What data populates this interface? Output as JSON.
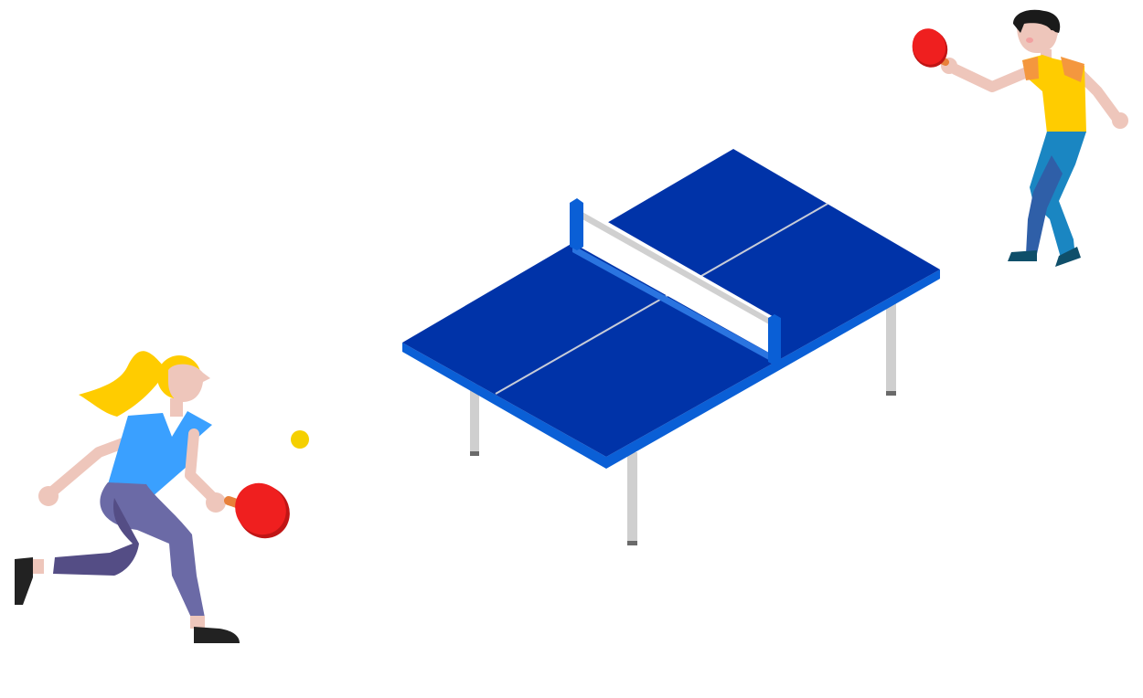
{
  "scene": {
    "description_text": "",
    "colors": {
      "background": "#ffffff",
      "table_top": "#0033a8",
      "table_edge": "#0a5fd6",
      "table_line": "#c7ccd8",
      "net": "#ffffff",
      "net_frame": "#0a5fd6",
      "table_legs": "#cfcfcf",
      "paddle": "#ef1f1f",
      "ball": "#f5d000",
      "woman_shirt": "#3aa0ff",
      "woman_hair": "#ffcc00",
      "woman_pants": "#6b6aa6",
      "man_shirt": "#ffcc00",
      "man_pants": "#1a86c2",
      "skin": "#eec6bb"
    },
    "elements": {
      "table": "ping-pong-table",
      "woman": "player-woman",
      "man": "player-man",
      "ball": "ping-pong-ball"
    }
  }
}
